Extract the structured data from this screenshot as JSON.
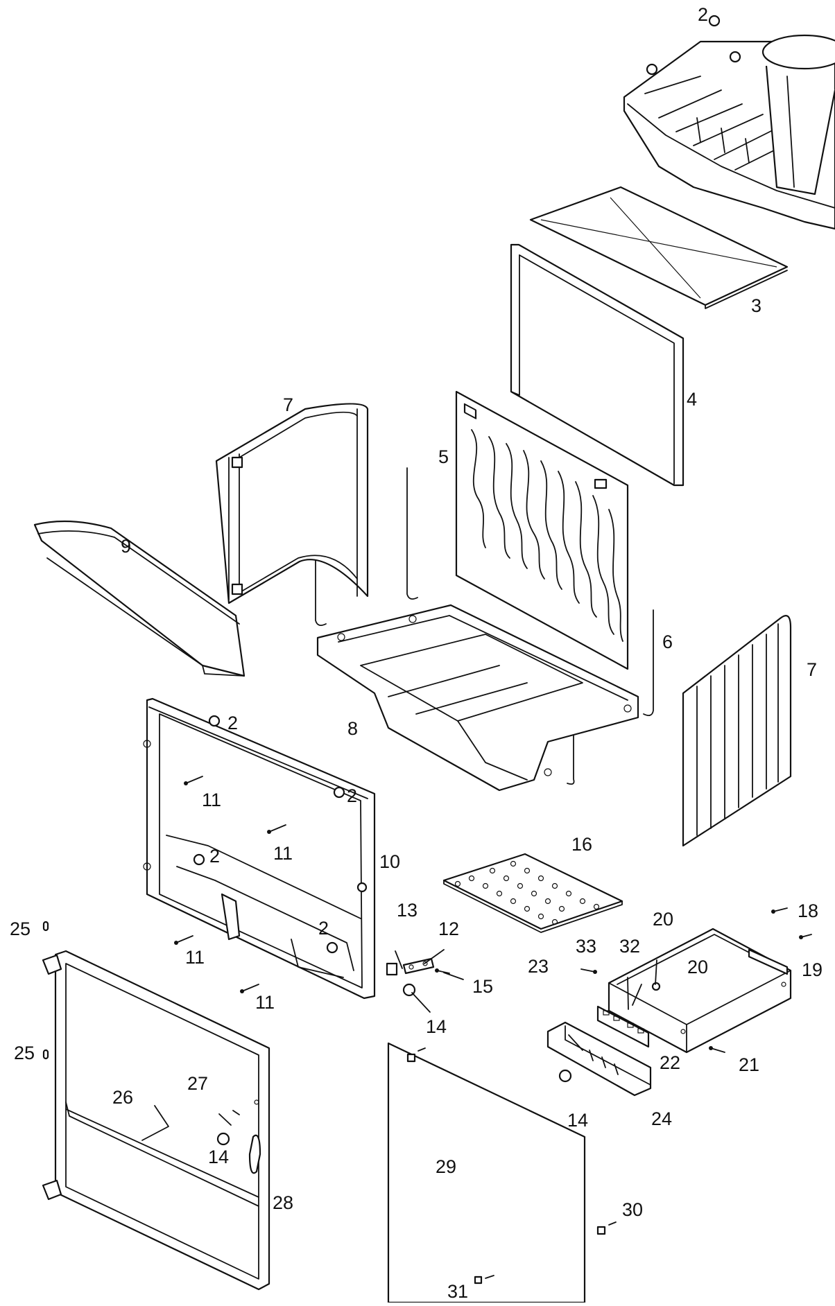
{
  "diagram": {
    "labels": [
      {
        "id": "l2a",
        "text": "2"
      },
      {
        "id": "l3",
        "text": "3"
      },
      {
        "id": "l4",
        "text": "4"
      },
      {
        "id": "l5",
        "text": "5"
      },
      {
        "id": "l6",
        "text": "6"
      },
      {
        "id": "l7a",
        "text": "7"
      },
      {
        "id": "l7b",
        "text": "7"
      },
      {
        "id": "l8",
        "text": "8"
      },
      {
        "id": "l9",
        "text": "9"
      },
      {
        "id": "l10",
        "text": "10"
      },
      {
        "id": "l2b",
        "text": "2"
      },
      {
        "id": "l2c",
        "text": "2"
      },
      {
        "id": "l2d",
        "text": "2"
      },
      {
        "id": "l2e",
        "text": "2"
      },
      {
        "id": "l11a",
        "text": "11"
      },
      {
        "id": "l11b",
        "text": "11"
      },
      {
        "id": "l11c",
        "text": "11"
      },
      {
        "id": "l11d",
        "text": "11"
      },
      {
        "id": "l12",
        "text": "12"
      },
      {
        "id": "l13",
        "text": "13"
      },
      {
        "id": "l14a",
        "text": "14"
      },
      {
        "id": "l15",
        "text": "15"
      },
      {
        "id": "l16",
        "text": "16"
      },
      {
        "id": "l18",
        "text": "18"
      },
      {
        "id": "l19",
        "text": "19"
      },
      {
        "id": "l20a",
        "text": "20"
      },
      {
        "id": "l20b",
        "text": "20"
      },
      {
        "id": "l21",
        "text": "21"
      },
      {
        "id": "l22",
        "text": "22"
      },
      {
        "id": "l23",
        "text": "23"
      },
      {
        "id": "l24",
        "text": "24"
      },
      {
        "id": "l14b",
        "text": "14"
      },
      {
        "id": "l25a",
        "text": "25"
      },
      {
        "id": "l25b",
        "text": "25"
      },
      {
        "id": "l26",
        "text": "26"
      },
      {
        "id": "l27",
        "text": "27"
      },
      {
        "id": "l14c",
        "text": "14"
      },
      {
        "id": "l28",
        "text": "28"
      },
      {
        "id": "l29",
        "text": "29"
      },
      {
        "id": "l30",
        "text": "30"
      },
      {
        "id": "l31",
        "text": "31"
      },
      {
        "id": "l32",
        "text": "32"
      },
      {
        "id": "l33",
        "text": "33"
      }
    ]
  }
}
